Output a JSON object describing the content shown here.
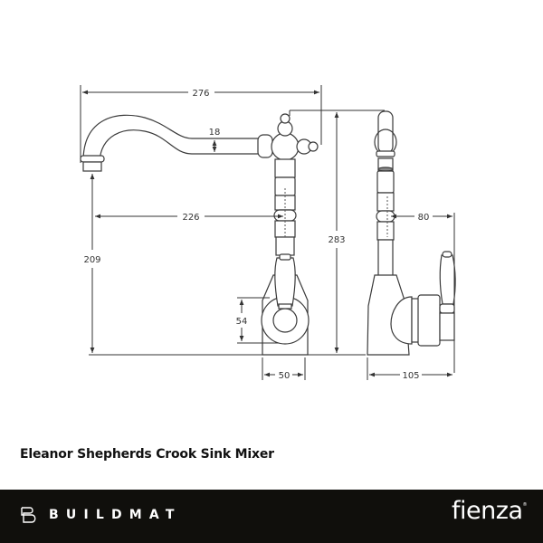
{
  "product": {
    "title": "Eleanor Shepherds Crook Sink Mixer"
  },
  "drawing": {
    "units": "mm",
    "front_view": {
      "dimensions": {
        "overall_width": "276",
        "spout_thickness": "18",
        "spout_reach": "226",
        "outlet_height": "209",
        "lever_height": "54",
        "base_width": "50"
      }
    },
    "side_view": {
      "dimensions": {
        "overall_height": "283",
        "handle_offset": "80",
        "base_depth": "105"
      }
    }
  },
  "footer": {
    "left_brand": "BUILDMAT",
    "right_brand": "fienza",
    "right_brand_mark": "®",
    "background": "#100f0c",
    "text_color": "#ffffff"
  }
}
